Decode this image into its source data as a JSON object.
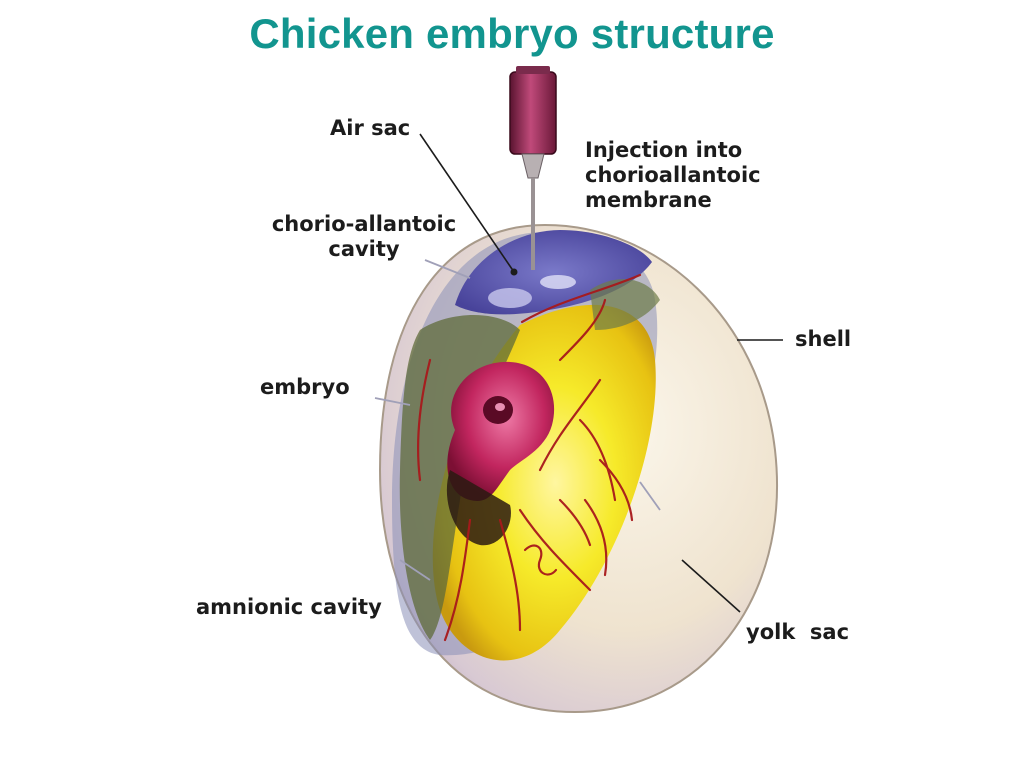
{
  "title": "Chicken embryo structure",
  "colors": {
    "title": "#12958f",
    "shell": "#efe3cf",
    "air_sac": "#5a55a8",
    "yolk": "#f4e420",
    "embryo": "#c2265f",
    "amnion": "#5f6b3a",
    "vessels": "#a8191b",
    "syringe": "#8e2450"
  },
  "labels": {
    "air_sac": "Air sac",
    "injection": [
      "Injection into",
      "chorioallantoic",
      "membrane"
    ],
    "chorio_allantoic": [
      "chorio-allantoic",
      "cavity"
    ],
    "shell": "shell",
    "embryo": "embryo",
    "amnionic_cavity": "amnionic cavity",
    "yolk_sac": "yolk  sac"
  }
}
